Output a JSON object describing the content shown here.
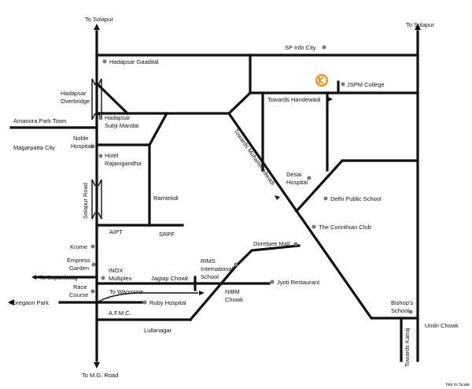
{
  "labels": {
    "to_solapur_left": "To Solapur",
    "to_solapur_right": "To Solapur",
    "sp_info_city": "SP Info City",
    "hadapsar_gaadital": "Hadapsar Gaadital",
    "jspm_college": "JSPM College",
    "hadapsar_overbridge_1": "Hadapsar",
    "hadapsar_overbridge_2": "Overbridge",
    "towards_handewadi": "Towards Handewadi",
    "amanora_park_town": "Amanora Park Town",
    "hadapsar_subji_1": "Hadapsar",
    "hadapsar_subji_2": "Subji Mandai",
    "towards_mohammedwadi": "Towards Mohammedwadi",
    "magarpatta_city": "Magarpatta City",
    "noble_hospital_1": "Noble",
    "noble_hospital_2": "Hospital",
    "hotel_rajanigandha_1": "Hotel",
    "hotel_rajanigandha_2": "Rajanigandha",
    "desai_hospital_1": "Desai",
    "desai_hospital_2": "Hospital",
    "solapur_road": "Solapur Road",
    "ramtekdi": "Ramtekdi",
    "delhi_public_school": "Delhi Public School",
    "the_corinthian_club": "The Corinthian Club",
    "aipt": "AIPT",
    "srpf": "SRPF",
    "krome": "Krome",
    "dorebjee_mall": "Dorebjee Mall",
    "empress_garden_1": "Empress",
    "empress_garden_2": "Garden",
    "rims_1": "RIMS",
    "rims_2": "International",
    "rims_3": "School",
    "to_sopanbaug": "To Sopanbaug",
    "inox_1": "INOX",
    "inox_2": "Multiplex",
    "jagtap_chowk": "Jagtap Chowk",
    "race_course_1": "Race",
    "race_course_2": "Course",
    "to_wanowrie": "To Wanowrie",
    "jyoti_restaurant": "Jyoti Restaurant",
    "nibm_chowk_1": "NIBM",
    "nibm_chowk_2": "Chowk",
    "koregaon_park": "Koregaon Park",
    "ruby_hospital": "Ruby Hospital",
    "bishops_school_1": "Bishop's",
    "bishops_school_2": "School",
    "afmc": "A.F.M.C.",
    "lullanagar": "Lullanagar",
    "undri_chowk": "Undri Chowk",
    "towards_katraj": "Towards Katraj",
    "to_mg_road": "To M.G. Road",
    "not_to_scale": "Not to Scale"
  },
  "colors": {
    "road": "#111111",
    "landmark_dot": "#777777",
    "logo_orange": "#f39224"
  },
  "icons": {
    "logo": "jspm-logo-icon",
    "landmark": "landmark-dot-icon",
    "arrow": "arrow-icon"
  }
}
